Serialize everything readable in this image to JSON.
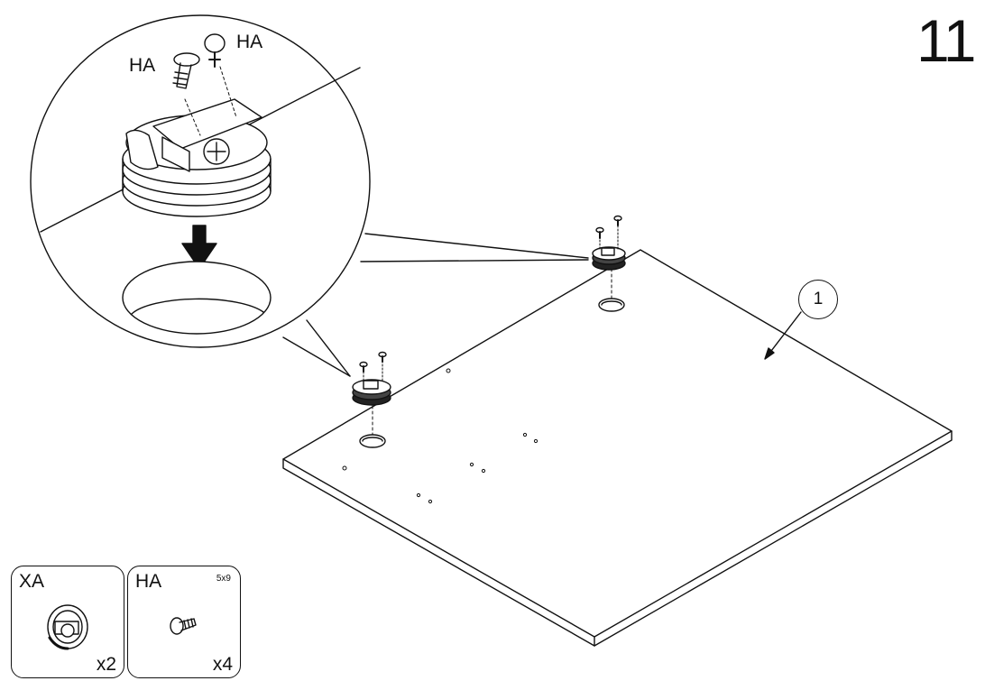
{
  "step": {
    "number": "11"
  },
  "callouts": {
    "screw_left": "HA",
    "screw_right": "HA"
  },
  "part_label": "1",
  "parts_list": [
    {
      "code": "XA",
      "size": "",
      "quantity": "x2",
      "icon": "cam-lock-fitting-icon"
    },
    {
      "code": "HA",
      "size": "5x9",
      "quantity": "x4",
      "icon": "screw-icon"
    }
  ]
}
